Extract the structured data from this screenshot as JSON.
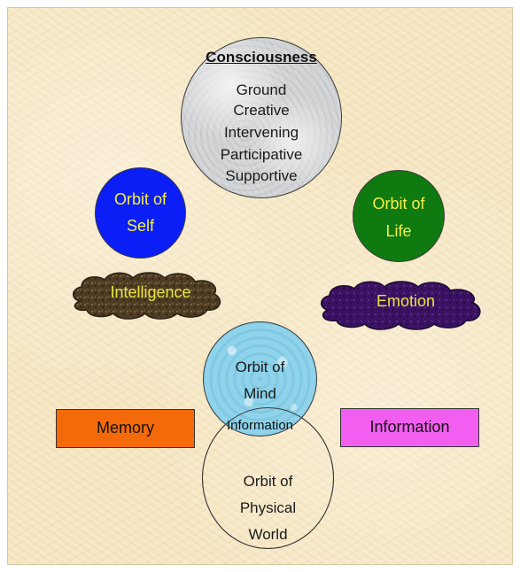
{
  "consciousness": {
    "title": "Consciousness",
    "qualities": [
      "Ground",
      "Creative",
      "Intervening",
      "Participative",
      "Supportive"
    ],
    "color": "#d4d6d8"
  },
  "orbit_self": {
    "line1": "Orbit of",
    "line2": "Self",
    "color": "#0a1ef5"
  },
  "orbit_life": {
    "line1": "Orbit of",
    "line2": "Life",
    "color": "#0f7a0f"
  },
  "intelligence": {
    "label": "Intelligence",
    "color": "#4a3a22"
  },
  "emotion": {
    "label": "Emotion",
    "color": "#3b1466"
  },
  "orbit_mind": {
    "line1": "Orbit of",
    "line2": "Mind",
    "inner_label": "Information",
    "color": "#8fd3ea"
  },
  "orbit_physical": {
    "line1": "Orbit of",
    "line2": "Physical",
    "line3": "World"
  },
  "memory": {
    "label": "Memory",
    "color": "#f46a0a"
  },
  "information": {
    "label": "Information",
    "color": "#f25ff0"
  }
}
